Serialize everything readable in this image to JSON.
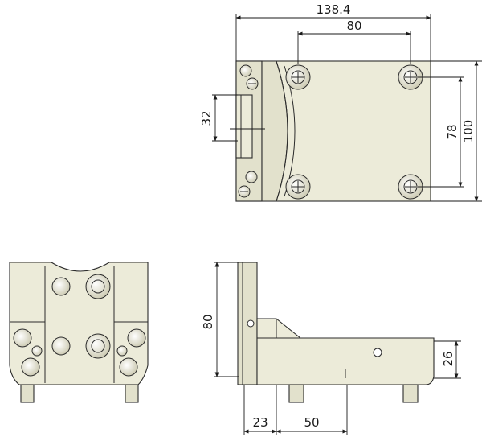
{
  "dimensions": {
    "width_total": "138.4",
    "bolt_spacing_h": "80",
    "slot_width": "32",
    "bolt_spacing_v": "78",
    "height_total": "100",
    "side_height": "80",
    "base_height": "26",
    "offset_a": "23",
    "offset_b": "50"
  },
  "colors": {
    "part_fill": "#ecebd9",
    "outline": "#2b2b2b"
  }
}
